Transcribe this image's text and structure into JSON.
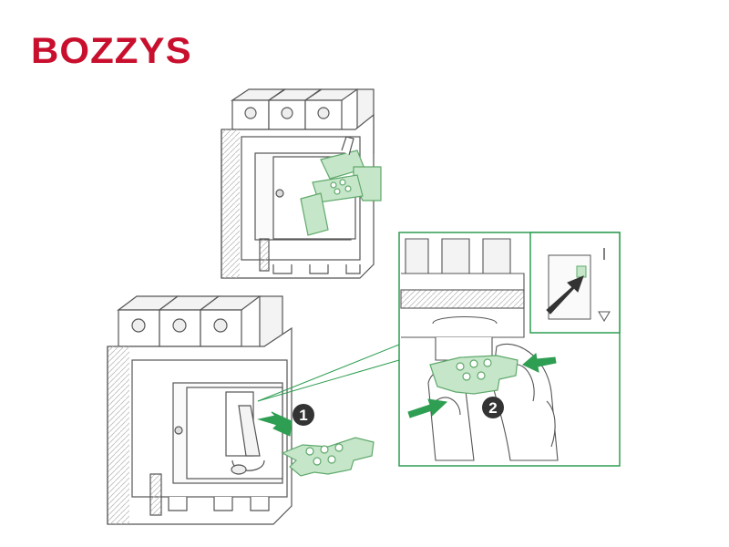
{
  "brand": {
    "name": "BOZZYS",
    "color": "#c8102e"
  },
  "steps": [
    {
      "label": "1"
    },
    {
      "label": "2"
    }
  ],
  "colors": {
    "accent_green": "#2e9e52",
    "lock_fill": "#c6e6c9",
    "lock_stroke": "#5fa96b",
    "line": "#444444",
    "marker": "#333333"
  },
  "icons": {
    "arrow_green": "green-push-arrow",
    "arrow_dark": "dark-push-arrow",
    "triangle": "triangle-indicator"
  }
}
